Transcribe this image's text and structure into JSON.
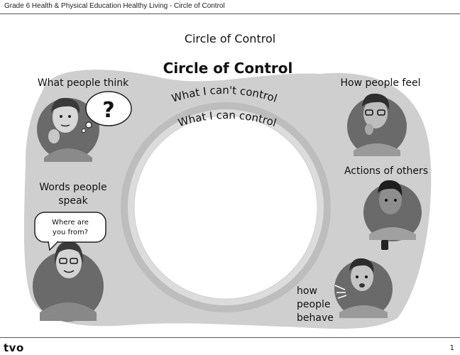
{
  "header": {
    "text": "Grade 6 Health & Physical Education Healthy Living - Circle of Control"
  },
  "page_title": "Circle of Control",
  "diagram": {
    "title": "Circle of Control",
    "outer_ring_label": "What I can't control",
    "inner_ring_label": "What I can control",
    "items": [
      {
        "label_lines": [
          "What people think"
        ]
      },
      {
        "label_lines": [
          "How people feel"
        ]
      },
      {
        "label_lines": [
          "Words people",
          "speak"
        ]
      },
      {
        "label_lines": [
          "Actions of others"
        ]
      },
      {
        "label_lines": [
          "how",
          "people",
          "behave"
        ]
      }
    ],
    "speech_bubble": [
      "Where are",
      "you from?"
    ],
    "thought_symbol": "?"
  },
  "footer": {
    "logo": "tvo",
    "page_number": "1"
  },
  "colors": {
    "blob": "#cfcfcf",
    "ring": "#bcbcbc",
    "inner": "#ffffff",
    "avatar_bg": "#6a6a6a"
  }
}
